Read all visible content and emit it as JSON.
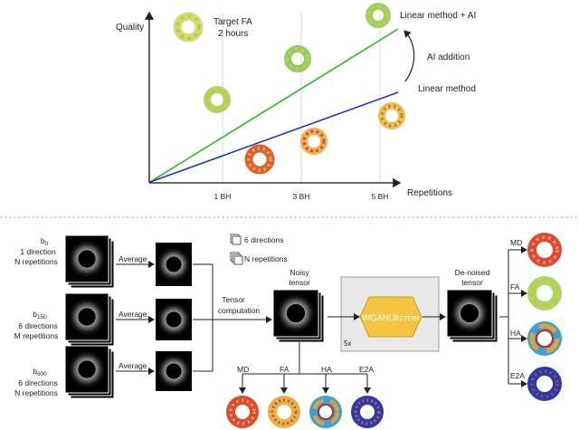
{
  "chart_data": {
    "type": "line",
    "ylabel": "Quality",
    "xlabel": "Repetitions",
    "x_ticks": [
      "1 BH",
      "3 BH",
      "5 BH"
    ],
    "target_label_line1": "Target FA",
    "target_label_line2": "2 hours",
    "series": [
      {
        "name": "Linear method + AI",
        "color": "#22bb22"
      },
      {
        "name": "Linear method",
        "color": "#2233cc"
      }
    ],
    "arrow_label": "AI addition"
  },
  "pipeline": {
    "inputs": [
      {
        "b": "b",
        "sub": "0",
        "line2": "1 direction",
        "line3": "N repetitions"
      },
      {
        "b": "b",
        "sub": "150",
        "line2": "6 directions",
        "line3": "M repetitions"
      },
      {
        "b": "b",
        "sub": "600",
        "line2": "6 directions",
        "line3": "N repetitions"
      }
    ],
    "average_label": "Average",
    "legend": {
      "directions": "6 directions",
      "repetitions": "N repetitions"
    },
    "tensor_computation_line1": "Tensor",
    "tensor_computation_line2": "computation",
    "noisy_line1": "Noisy",
    "noisy_line2": "tensor",
    "model_label": "WGANUformer",
    "repeat_label": "5x",
    "denoised_line1": "De-noised",
    "denoised_line2": "tensor",
    "bottom_maps": [
      "MD",
      "FA",
      "HA",
      "E2A"
    ],
    "right_maps": [
      "MD",
      "FA",
      "HA",
      "E2A"
    ]
  }
}
